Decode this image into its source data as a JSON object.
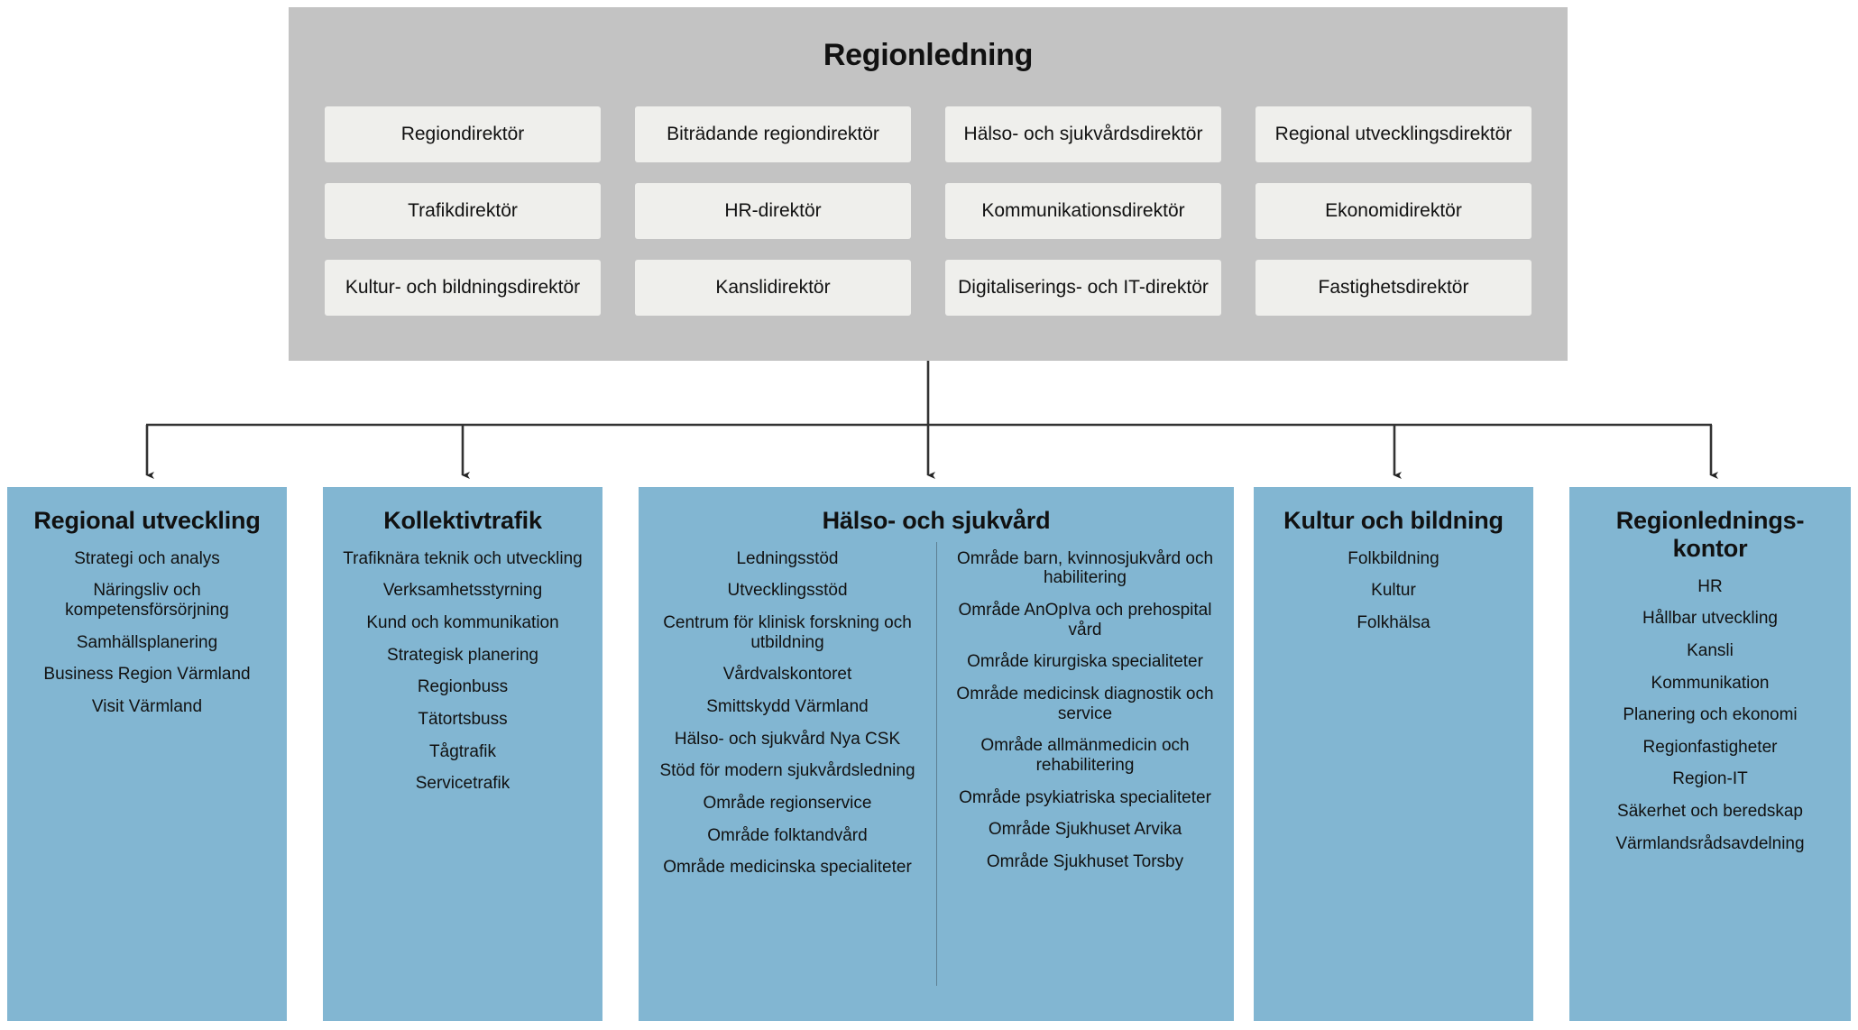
{
  "leadership": {
    "title": "Regionledning",
    "directors": [
      "Regiondirektör",
      "Biträdande regiondirektör",
      "Hälso- och sjukvårdsdirektör",
      "Regional utvecklingsdirektör",
      "Trafikdirektör",
      "HR-direktör",
      "Kommunikationsdirektör",
      "Ekonomidirektör",
      "Kultur- och bildningsdirektör",
      "Kanslidirektör",
      "Digitaliserings- och IT-direktör",
      "Fastighetsdirektör"
    ]
  },
  "units": [
    {
      "title": "Regional utveckling",
      "items": [
        "Strategi och analys",
        "Näringsliv och kompetensförsörjning",
        "Samhällsplanering",
        "Business Region Värmland",
        "Visit Värmland"
      ]
    },
    {
      "title": "Kollektivtrafik",
      "items": [
        "Trafiknära teknik och utveckling",
        "Verksamhetsstyrning",
        "Kund och kommunikation",
        "Strategisk planering",
        "Regionbuss",
        "Tätortsbuss",
        "Tågtrafik",
        "Servicetrafik"
      ]
    },
    {
      "title": "Hälso- och sjukvård",
      "items_left": [
        "Ledningsstöd",
        "Utvecklingsstöd",
        "Centrum för klinisk forskning och utbildning",
        "Vårdvalskontoret",
        "Smittskydd Värmland",
        "Hälso- och sjukvård Nya CSK",
        "Stöd för modern sjukvårdsledning",
        "Område regionservice",
        "Område folktandvård",
        "Område medicinska specialiteter"
      ],
      "items_right": [
        "Område barn, kvinnosjukvård och habilitering",
        "Område AnOpIva och prehospital vård",
        "Område kirurgiska specialiteter",
        "Område medicinsk diagnostik och service",
        "Område allmänmedicin och rehabilitering",
        "Område psykiatriska specialiteter",
        "Område Sjukhuset Arvika",
        "Område Sjukhuset Torsby"
      ]
    },
    {
      "title": "Kultur och bildning",
      "items": [
        "Folkbildning",
        "Kultur",
        "Folkhälsa"
      ]
    },
    {
      "title": "Regionlednings-kontor",
      "items": [
        "HR",
        "Hållbar utveckling",
        "Kansli",
        "Kommunikation",
        "Planering och ekonomi",
        "Regionfastigheter",
        "Region-IT",
        "Säkerhet och beredskap",
        "Värmlandsrådsavdelning"
      ]
    }
  ],
  "colors": {
    "leadership_background": "#c3c3c3",
    "director_box": "#efefec",
    "unit_background": "#82b6d2",
    "connector_line": "#333333",
    "page_background": "#ffffff"
  }
}
